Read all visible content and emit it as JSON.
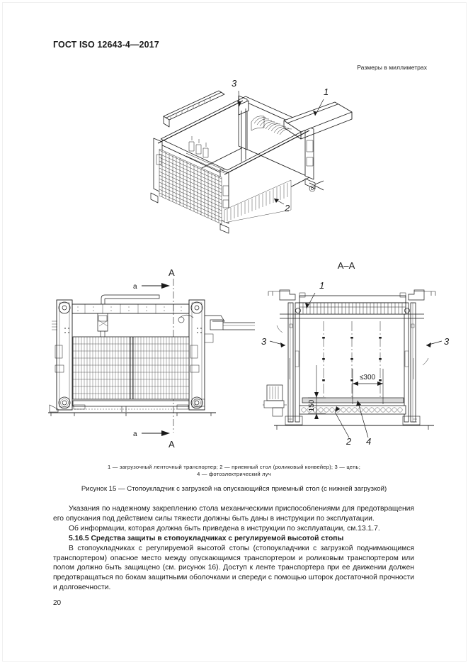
{
  "document": {
    "standard_header": "ГОСТ ISO 12643-4—2017",
    "units_note": "Размеры в миллиметрах",
    "page_number": "20"
  },
  "figure": {
    "iso_labels": {
      "l1": "1",
      "l2": "2",
      "l3": "3"
    },
    "front_view": {
      "section_mark_top": "A",
      "section_mark_bottom": "A",
      "arrow_label_top": "a",
      "arrow_label_bottom": "a"
    },
    "section_view": {
      "title": "A–A",
      "labels": {
        "l1": "1",
        "l2": "2",
        "l3_left": "3",
        "l3_right": "3",
        "l4": "4"
      },
      "dimensions": {
        "height": "150",
        "gap": "≤300"
      }
    },
    "legend_line1": "1 — загрузочный ленточный транспортер; 2 — приемный стол (роликовый конвейер); 3 — цепь;",
    "legend_line2": "4 — фотоэлектрический луч",
    "caption": "Рисунок 15 — Стопоукладчик с загрузкой на опускающийся приемный стол (с нижней загрузкой)"
  },
  "body": {
    "para1": "Указания по надежному закреплению стола механическими приспособлениями для предотвращения его опускания под действием силы тяжести должны быть даны в инструкции по эксплуатации.",
    "para2": "Об информации, которая должна быть приведена в инструкции по эксплуатации, см.13.1.7.",
    "heading": "5.16.5  Средства защиты в стопоукладчиках с регулируемой высотой стопы",
    "para3": "В стопоукладчиках с регулируемой высотой стопы (стопоукладчики с загрузкой поднимающимся транспортером) опасное место между опускающимся транспортером и роликовым транспортером или полом должно быть защищено (см. рисунок 16). Доступ к ленте транспортера при ее движении должен предотвращаться по бокам защитными оболочками и спереди с помощью шторок достаточной прочности и долговечности."
  }
}
